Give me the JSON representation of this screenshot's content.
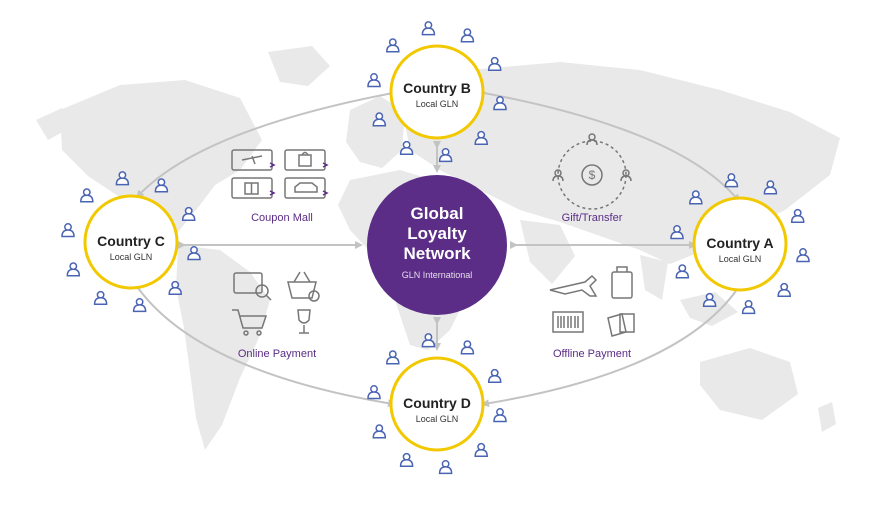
{
  "hub": {
    "title_lines": [
      "Global",
      "Loyalty",
      "Network"
    ],
    "subtitle": "GLN International"
  },
  "nodes": [
    {
      "id": "b",
      "title": "Country B",
      "subtitle": "Local GLN"
    },
    {
      "id": "c",
      "title": "Country C",
      "subtitle": "Local GLN"
    },
    {
      "id": "a",
      "title": "Country A",
      "subtitle": "Local GLN"
    },
    {
      "id": "d",
      "title": "Country D",
      "subtitle": "Local GLN"
    }
  ],
  "categories": {
    "coupon_mall": "Coupon Mall",
    "gift_transfer": "Gift/Transfer",
    "online_payment": "Online Payment",
    "offline_payment": "Offline Payment"
  },
  "icons": {
    "coupon_mall": [
      "flight-coupon-icon",
      "shopping-bag-coupon-icon",
      "gift-coupon-icon",
      "car-coupon-icon"
    ],
    "gift_transfer": [
      "dollar-coin-icon",
      "person-icon"
    ],
    "online_payment": [
      "online-ticket-search-icon",
      "shopping-basket-add-icon",
      "shopping-cart-icon",
      "wine-glass-icon"
    ],
    "offline_payment": [
      "airplane-icon",
      "luggage-icon",
      "barcode-icon",
      "shopping-bags-icon"
    ],
    "member": "person-icon"
  },
  "colors": {
    "hub_purple": "#5b2d86",
    "node_ring_yellow": "#f2c900",
    "person_blue": "#4a64b4",
    "category_text": "#5b2d86",
    "map_gray": "#e9e9e9",
    "arrow_gray": "#c3c3c3"
  }
}
